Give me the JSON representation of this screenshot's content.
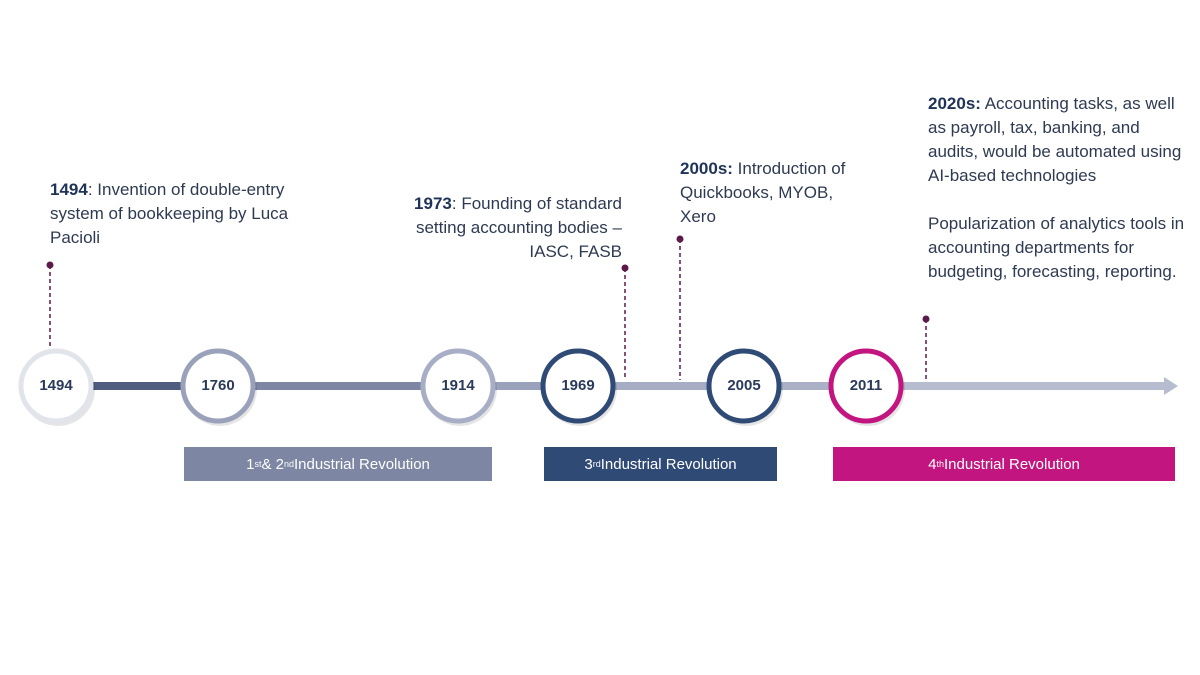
{
  "annotations": {
    "a1494": {
      "year": "1494",
      "text": ": Invention of double-entry system of bookkeeping by Luca Pacioli"
    },
    "a1973": {
      "year": "1973",
      "text": ": Founding of standard setting accounting bodies – IASC, FASB"
    },
    "a2000": {
      "year": "2000s:",
      "text": " Introduction of Quickbooks, MYOB, Xero"
    },
    "a2020": {
      "year": "2020s:",
      "text": " Accounting tasks, as well as payroll, tax, banking, and audits, would be automated using AI-based technologies",
      "text2": "Popularization of analytics tools in accounting departments for budgeting, forecasting, reporting."
    }
  },
  "milestones": [
    {
      "label": "1494",
      "color": "#e2e4ec"
    },
    {
      "label": "1760",
      "color": "#9aa2bb"
    },
    {
      "label": "1914",
      "color": "#a7aec5"
    },
    {
      "label": "1969",
      "color": "#2f4a75"
    },
    {
      "label": "2005",
      "color": "#2f4a75"
    },
    {
      "label": "2011",
      "color": "#c2157f"
    }
  ],
  "bands": [
    {
      "pre1": "1",
      "sup1": "st",
      "mid": " & 2",
      "sup2": "nd",
      "post": " Industrial Revolution",
      "color": "#7d86a3"
    },
    {
      "pre1": "3",
      "sup1": "rd",
      "post": " Industrial Revolution",
      "color": "#2f4a75"
    },
    {
      "pre1": "4",
      "sup1": "th",
      "post": " Industrial Revolution",
      "color": "#c2157f"
    }
  ],
  "colors": {
    "marker": "#5c1a4a",
    "axis_light": "#b7bdd0",
    "axis_dark": "#5a6788"
  }
}
